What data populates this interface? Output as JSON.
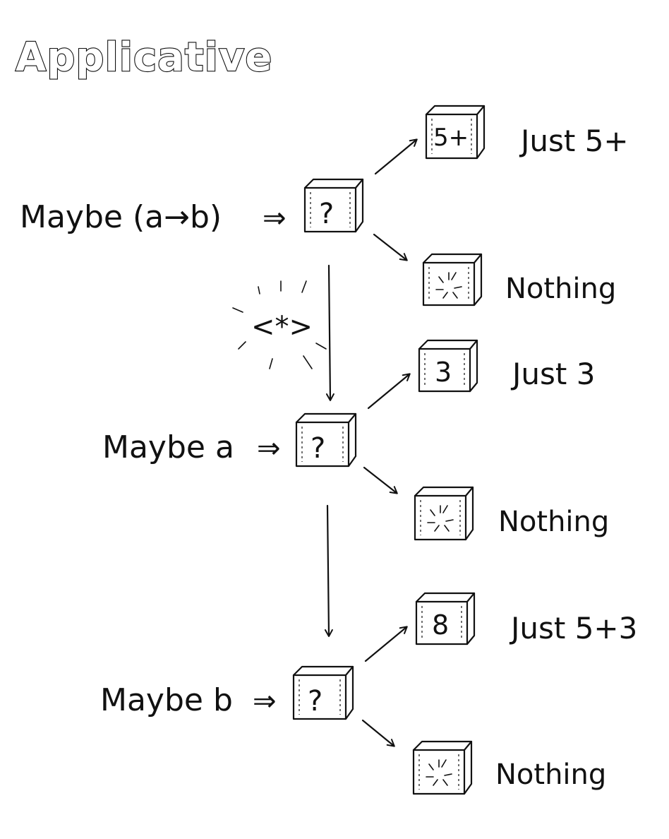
{
  "title": "Applicative",
  "operator": "<*>",
  "rows": [
    {
      "type_label": "Maybe (a→b)",
      "arrow": "⇒",
      "box_glyph": "?",
      "just": {
        "box_glyph": "5+",
        "label": "Just 5+"
      },
      "nothing": {
        "label": "Nothing"
      }
    },
    {
      "type_label": "Maybe a",
      "arrow": "⇒",
      "box_glyph": "?",
      "just": {
        "box_glyph": "3",
        "label": "Just 3"
      },
      "nothing": {
        "label": "Nothing"
      }
    },
    {
      "type_label": "Maybe b",
      "arrow": "⇒",
      "box_glyph": "?",
      "just": {
        "box_glyph": "8",
        "label": "Just 5+3"
      },
      "nothing": {
        "label": "Nothing"
      }
    }
  ]
}
